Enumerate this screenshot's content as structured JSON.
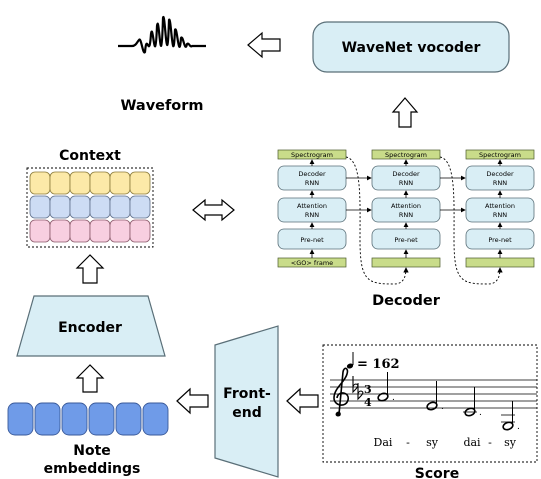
{
  "labels": {
    "wavenet": "WaveNet vocoder",
    "waveform": "Waveform",
    "context": "Context",
    "decoder": "Decoder",
    "encoder": "Encoder",
    "frontend_line1": "Front-",
    "frontend_line2": "end",
    "note_line1": "Note",
    "note_line2": "embeddings",
    "score": "Score"
  },
  "decoder_blocks": {
    "spectrogram": "Spectrogram",
    "decoder_rnn_line1": "Decoder",
    "decoder_rnn_line2": "RNN",
    "attention_rnn_line1": "Attention",
    "attention_rnn_line2": "RNN",
    "prenet": "Pre-net",
    "go_frame": "<GO> frame"
  },
  "score": {
    "tempo": "= 162",
    "time_sig_top": "3",
    "time_sig_bottom": "4",
    "lyrics": [
      "Dai",
      "-",
      "sy",
      "dai",
      "-",
      "sy"
    ]
  },
  "colors": {
    "box_fill": "#d9eef5",
    "box_stroke": "#5a6f78",
    "context_yellow": "#fce9a8",
    "context_blue": "#cddcf4",
    "context_pink": "#f8cfe0",
    "embedding_blue": "#6f9be8",
    "strip_green": "#c9dc8a"
  }
}
